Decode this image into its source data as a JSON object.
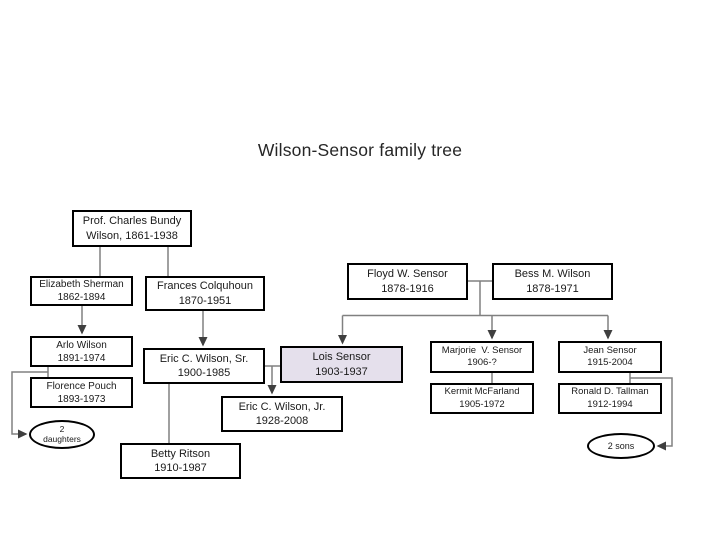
{
  "title": "Wilson-Sensor family tree",
  "colors": {
    "slide_bg": "#ffffff",
    "box_border": "#000000",
    "box_fill": "#ffffff",
    "highlight_fill": "#e5e0ec",
    "connector": "#808080",
    "arrowhead": "#3f3f3f",
    "text": "#1a1a1a",
    "title_text": "#262626"
  },
  "boxes": {
    "charles": {
      "line1": "Prof. Charles Bundy",
      "line2": "Wilson, 1861-1938"
    },
    "elizabeth": {
      "line1": "Elizabeth Sherman",
      "line2": "1862-1894"
    },
    "frances": {
      "line1": "Frances Colquhoun",
      "line2": "1870-1951"
    },
    "floyd": {
      "line1": "Floyd W. Sensor",
      "line2": "1878-1916"
    },
    "bess": {
      "line1": "Bess M. Wilson",
      "line2": "1878-1971"
    },
    "arlo": {
      "line1": "Arlo Wilson",
      "line2": "1891-1974"
    },
    "ericsr": {
      "line1": "Eric C. Wilson, Sr.",
      "line2": "1900-1985"
    },
    "lois": {
      "line1": "Lois Sensor",
      "line2": "1903-1937"
    },
    "marjorie": {
      "line1": "Marjorie  V. Sensor",
      "line2": "1906-?"
    },
    "jean": {
      "line1": "Jean Sensor",
      "line2": "1915-2004"
    },
    "florence": {
      "line1": "Florence Pouch",
      "line2": "1893-1973"
    },
    "kermit": {
      "line1": "Kermit McFarland",
      "line2": "1905-1972"
    },
    "ronald": {
      "line1": "Ronald D. Tallman",
      "line2": "1912-1994"
    },
    "ericjr": {
      "line1": "Eric C. Wilson, Jr.",
      "line2": "1928-2008"
    },
    "betty": {
      "line1": "Betty Ritson",
      "line2": "1910-1987"
    }
  },
  "ellipses": {
    "daughters": {
      "line1": "2",
      "line2": "daughters"
    },
    "sons": {
      "line1": "2 sons"
    }
  }
}
